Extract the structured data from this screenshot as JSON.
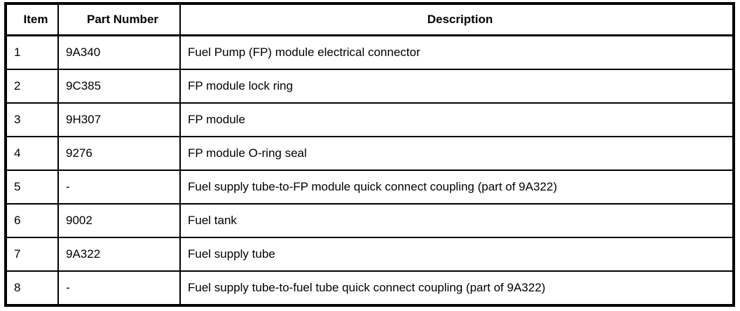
{
  "table": {
    "columns": {
      "item": "Item",
      "part_number": "Part Number",
      "description": "Description"
    },
    "rows": [
      {
        "item": "1",
        "part_number": "9A340",
        "description": "Fuel Pump (FP) module electrical connector"
      },
      {
        "item": "2",
        "part_number": "9C385",
        "description": "FP module lock ring"
      },
      {
        "item": "3",
        "part_number": "9H307",
        "description": "FP module"
      },
      {
        "item": "4",
        "part_number": "9276",
        "description": "FP module O-ring seal"
      },
      {
        "item": "5",
        "part_number": "-",
        "description": "Fuel supply tube-to-FP module quick connect coupling (part of 9A322)"
      },
      {
        "item": "6",
        "part_number": "9002",
        "description": "Fuel tank"
      },
      {
        "item": "7",
        "part_number": "9A322",
        "description": "Fuel supply tube"
      },
      {
        "item": "8",
        "part_number": "-",
        "description": "Fuel supply tube-to-fuel tube quick connect coupling (part of 9A322)"
      }
    ]
  }
}
